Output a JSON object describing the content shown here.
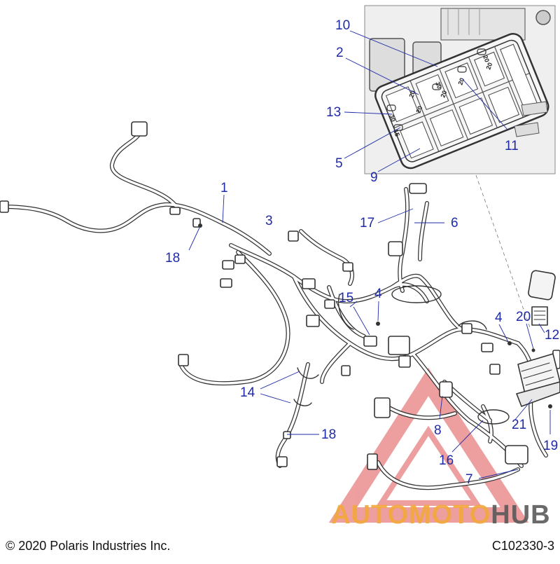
{
  "callouts": {
    "c10": "10",
    "c2": "2",
    "c13": "13",
    "c5": "5",
    "c9": "9",
    "c11": "11",
    "c1": "1",
    "c3": "3",
    "c18a": "18",
    "c17": "17",
    "c6": "6",
    "c4a": "4",
    "c15": "15",
    "c4b": "4",
    "c20": "20",
    "c12": "12",
    "c14": "14",
    "c18b": "18",
    "c8": "8",
    "c21": "21",
    "c16": "16",
    "c7": "7",
    "c19": "19"
  },
  "fuse_labels": [
    "30",
    "20",
    "20",
    "30",
    "15",
    "20",
    "20",
    "20",
    "20"
  ],
  "footer": {
    "copyright": "© 2020 Polaris Industries Inc.",
    "code": "C102330-3"
  },
  "watermark": {
    "part1": "AUTOMOTO",
    "part2": "HUB",
    "color_primary": "#f2a83a",
    "color_secondary": "#5a5a5a",
    "triangle_color": "#e05050"
  },
  "colors": {
    "callout_text": "#1f2aa6",
    "line_art": "#333333",
    "inset_bg": "#eeeeee"
  }
}
